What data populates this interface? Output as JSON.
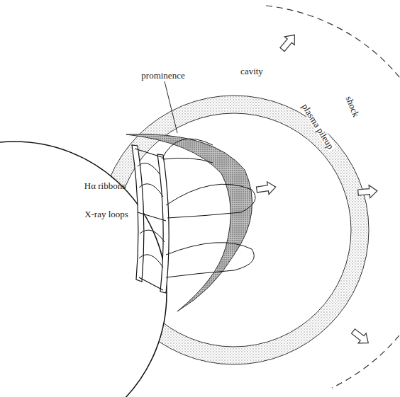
{
  "diagram": {
    "labels": [
      "prominence",
      "cavity",
      "shock",
      "plasma pileup",
      "Hα ribbons",
      "X-ray loops"
    ]
  }
}
